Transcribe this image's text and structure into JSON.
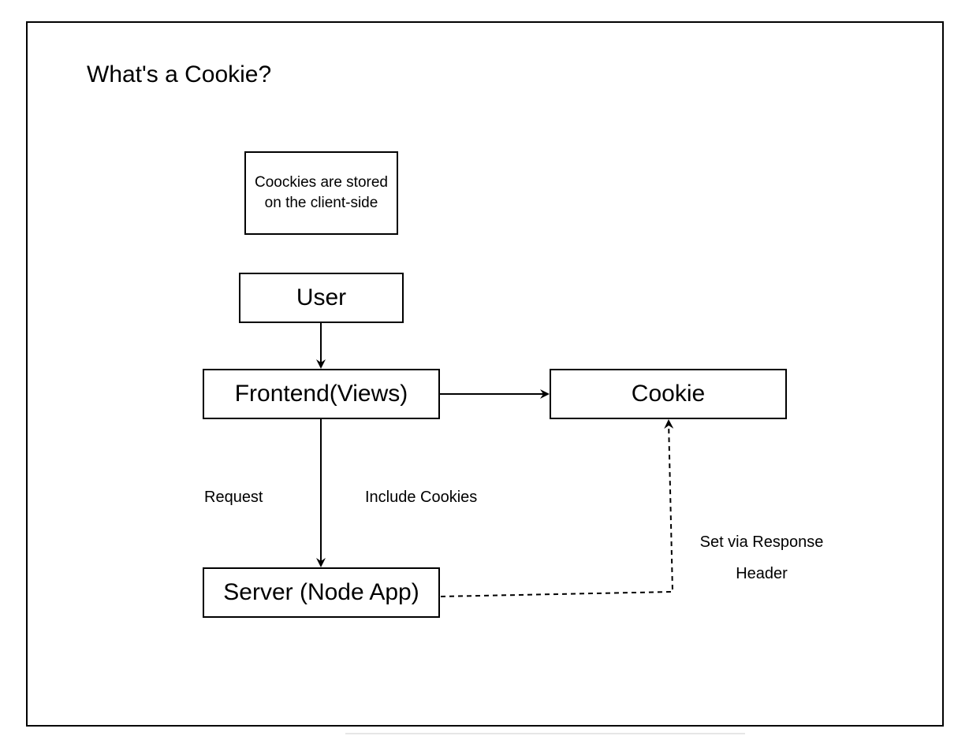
{
  "title": "What's a Cookie?",
  "nodes": {
    "note": "Coockies are stored on the client-side",
    "user": "User",
    "frontend": "Frontend(Views)",
    "cookie": "Cookie",
    "server": "Server (Node App)"
  },
  "edge_labels": {
    "request": "Request",
    "include_cookies": "Include Cookies",
    "set_via_response_header": "Set via Response Header"
  },
  "colors": {
    "stroke": "#000000",
    "background": "#ffffff"
  }
}
